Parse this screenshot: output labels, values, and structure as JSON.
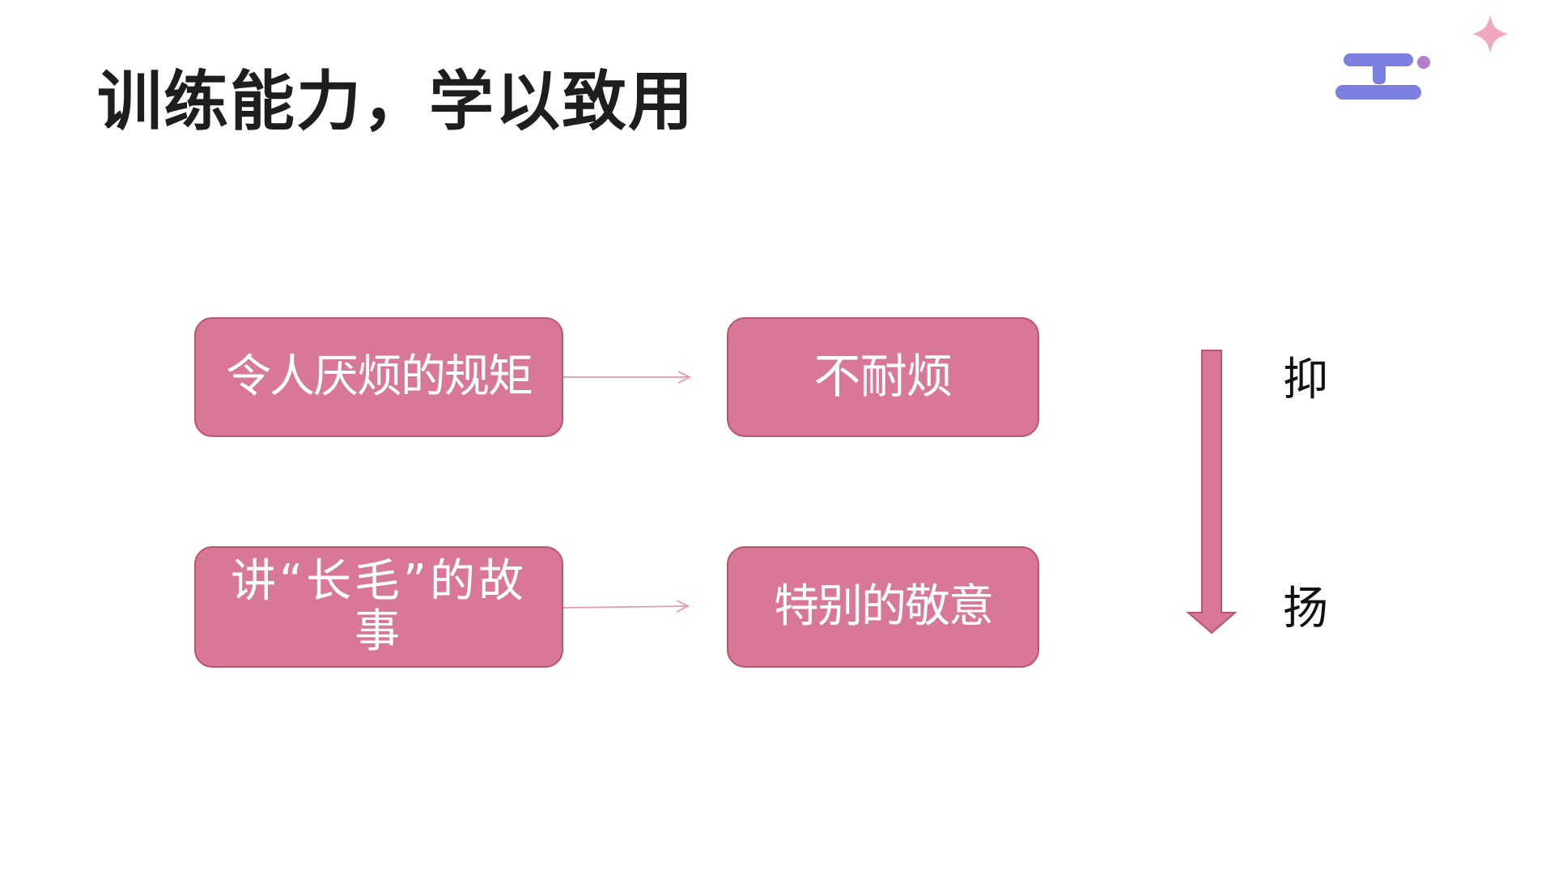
{
  "slide": {
    "title": "训练能力，学以致用"
  },
  "diagram": {
    "boxes": [
      {
        "text": "令人厌烦的规矩"
      },
      {
        "text": "不耐烦"
      },
      {
        "text": "讲“长毛”的故事"
      },
      {
        "text": "特别的敬意"
      }
    ],
    "side_labels": {
      "top": "抑",
      "bottom": "扬"
    }
  },
  "colors": {
    "box_fill": "#d87896",
    "box_border": "#b8566f",
    "arrow": "#d87896",
    "logo_blue": "#7b7fe0",
    "logo_dot": "#b47dc8",
    "logo_star": "#f0a7bf"
  }
}
